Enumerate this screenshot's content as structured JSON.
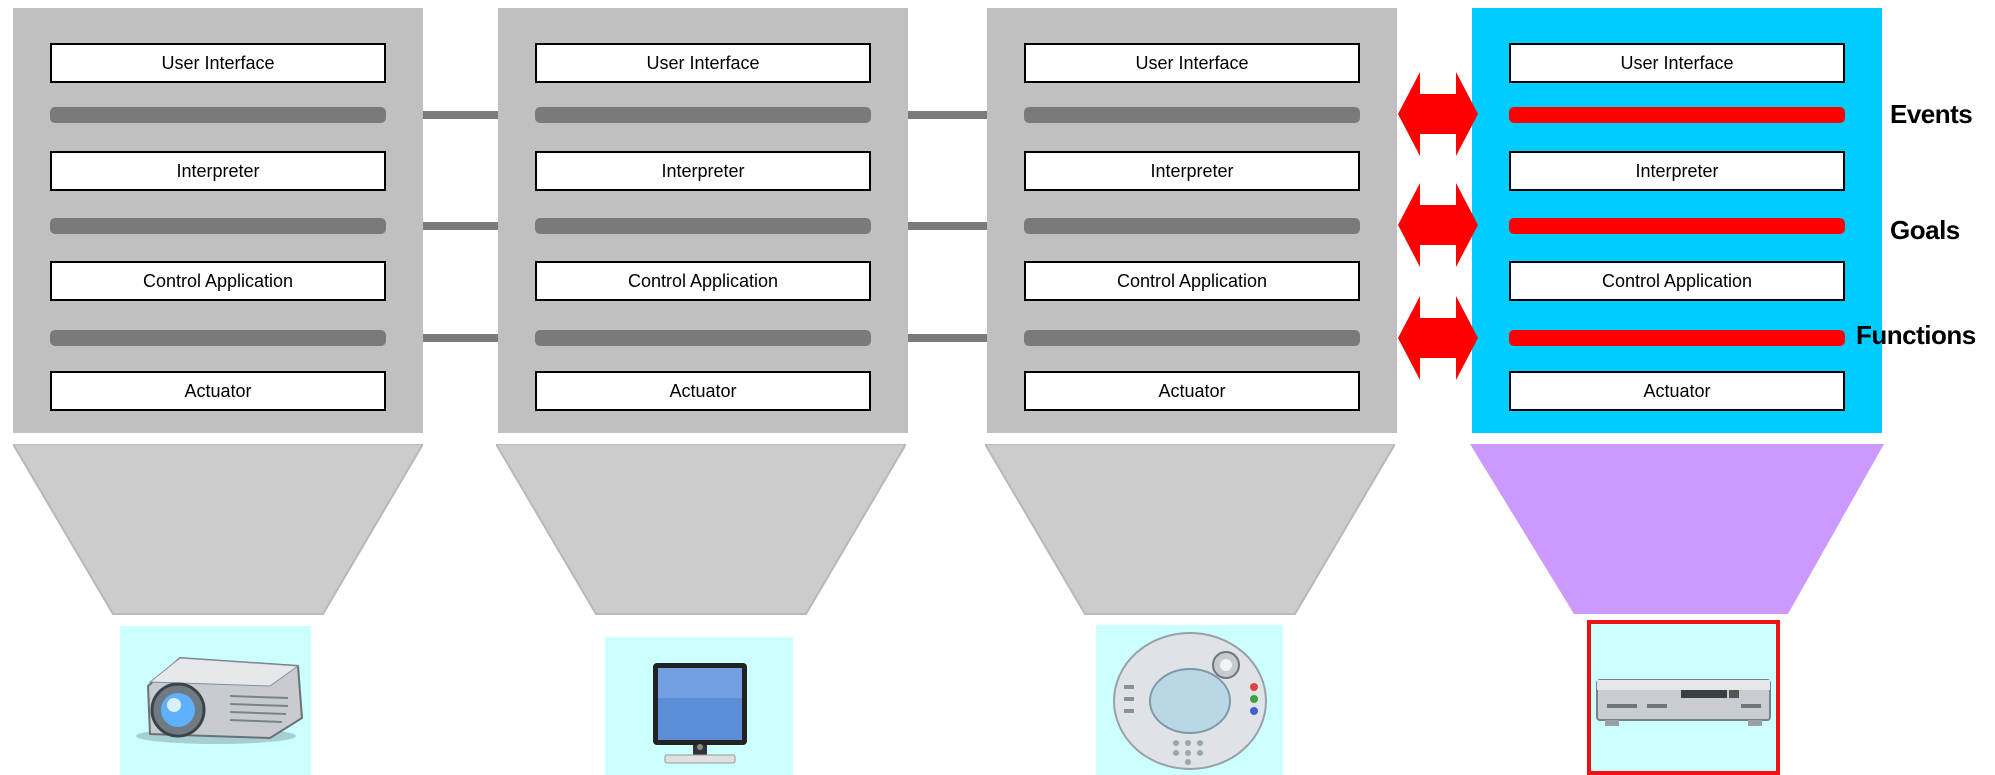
{
  "layers": {
    "user_interface": "User Interface",
    "interpreter": "Interpreter",
    "control_application": "Control Application",
    "actuator": "Actuator"
  },
  "labels": {
    "events": "Events",
    "goals": "Goals",
    "functions": "Functions"
  },
  "colors": {
    "gray_column": "#c0c0c0",
    "highlight_column": "#00ccff",
    "gray_funnel": "#cccccc",
    "highlight_funnel": "#cc99ff",
    "bus_gray": "#7a7a7a",
    "bus_red": "#ff0000",
    "device_background": "#ccffff",
    "selected_border": "#ee1111"
  },
  "devices": [
    "projector-icon",
    "monitor-icon",
    "remote-control-icon",
    "dvd-player-icon"
  ]
}
